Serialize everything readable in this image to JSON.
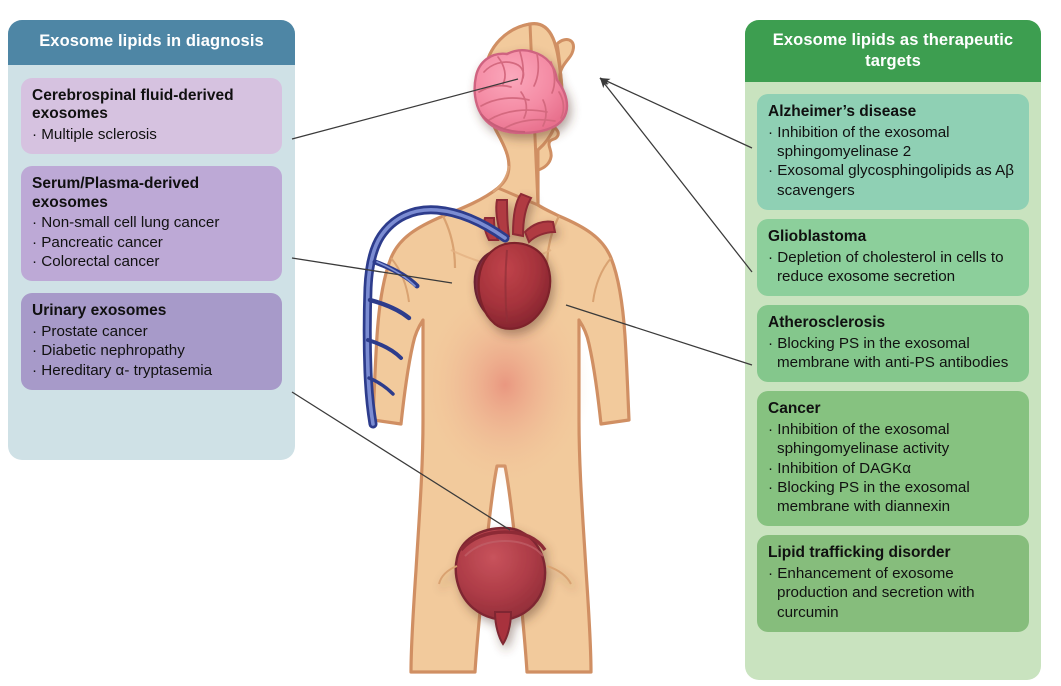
{
  "left_panel": {
    "title": "Exosome lipids in diagnosis",
    "header_color": "#4e86a5",
    "body_color": "#cfe1e6",
    "cards": [
      {
        "title": "Cerebrospinal fluid-derived exosomes",
        "items": [
          "· Multiple sclerosis"
        ],
        "color": "#d6c2e0"
      },
      {
        "title": "Serum/Plasma-derived exosomes",
        "items": [
          "· Non-small cell lung cancer",
          "· Pancreatic cancer",
          "· Colorectal cancer"
        ],
        "color": "#bda9d6"
      },
      {
        "title": "Urinary exosomes",
        "items": [
          "· Prostate cancer",
          "· Diabetic nephropathy",
          "· Hereditary α- tryptasemia"
        ],
        "color": "#a79ac9"
      }
    ]
  },
  "right_panel": {
    "title": "Exosome lipids as therapeutic targets",
    "header_color": "#3d9e50",
    "body_color": "#c9e3bf",
    "cards": [
      {
        "title": "Alzheimer’s disease",
        "items": [
          "· Inhibition of the exosomal sphingomyelinase 2",
          "· Exosomal glycosphingolipids as Aβ scavengers"
        ],
        "color": "#8fd0b4"
      },
      {
        "title": "Glioblastoma",
        "items": [
          "· Depletion of cholesterol in cells to reduce exosome secretion"
        ],
        "color": "#8ccf9b"
      },
      {
        "title": "Atherosclerosis",
        "items": [
          "· Blocking PS in the exosomal membrane with anti-PS antibodies"
        ],
        "color": "#84c78c"
      },
      {
        "title": "Cancer",
        "items": [
          "· Inhibition of the exosomal sphingomyelinase activity",
          "· Inhibition of DAGKα",
          "· Blocking PS in the exosomal membrane with diannexin"
        ],
        "color": "#86c280"
      },
      {
        "title": "Lipid trafficking disorder",
        "items": [
          "· Enhancement of exosome production and secretion with curcumin"
        ],
        "color": "#86bd7c"
      }
    ]
  },
  "figure": {
    "description": "human-body-anatomical-figure",
    "organs": [
      "brain",
      "heart",
      "bladder",
      "vein"
    ],
    "colors": {
      "skin": "#f2ca9c",
      "skin_outline": "#d08f63",
      "brain": "#f2889f",
      "heart": "#a83038",
      "bladder": "#b03c46",
      "vein": "#3f51a8",
      "torso_glow": "#e8897f"
    }
  },
  "leader_lines": {
    "color": "#3a3a3a",
    "count": 5
  }
}
